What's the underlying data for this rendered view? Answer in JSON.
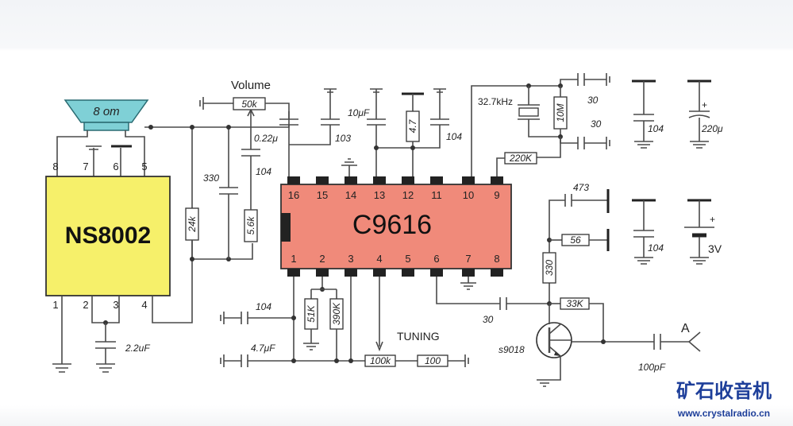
{
  "diagram": {
    "speaker_label": "8 om",
    "volume_label": "Volume",
    "tuning_label": "TUNING",
    "antenna_label": "A",
    "ic1": {
      "name": "NS8002",
      "pins_top": [
        "8",
        "7",
        "6",
        "5"
      ],
      "pins_bottom": [
        "1",
        "2",
        "3",
        "4"
      ]
    },
    "ic2": {
      "name": "C9616",
      "pins_top": [
        "16",
        "15",
        "14",
        "13",
        "12",
        "11",
        "10",
        "9"
      ],
      "pins_bottom": [
        "1",
        "2",
        "3",
        "4",
        "5",
        "6",
        "7",
        "8"
      ]
    },
    "components": {
      "r_volume": "50k",
      "c_022": "0.22μ",
      "c_104_vol": "104",
      "c_103": "103",
      "c_10uf": "10μF",
      "r_47": "4.7",
      "c_104_top": "104",
      "xtal": "32.7kHz",
      "r_10m": "10M",
      "c_30_top": "30",
      "c_30_mid": "30",
      "r_220k": "220K",
      "c_104_sup": "104",
      "c_220u": "220μ",
      "c_330": "330",
      "r_24k": "24k",
      "r_56k": "5.6k",
      "c_22uf": "2.2uF",
      "c_104_left": "104",
      "c_47uf": "4.7μF",
      "r_51k": "51K",
      "r_390k": "390K",
      "r_100k": "100k",
      "r_100": "100",
      "c_473": "473",
      "r_56": "56",
      "c_104_bat": "104",
      "battery": "3V",
      "r_330": "330",
      "r_33k": "33K",
      "c_30_bot": "30",
      "transistor": "s9018",
      "c_100pf": "100pF",
      "plus1": "+",
      "plus2": "+"
    }
  },
  "watermark": {
    "title": "矿石收音机",
    "url": "www.crystalradio.cn"
  },
  "colors": {
    "ic1": "#f6f06a",
    "ic2": "#f08a7a",
    "speaker": "#7fd0d6",
    "watermark": "#1e3f9a"
  }
}
